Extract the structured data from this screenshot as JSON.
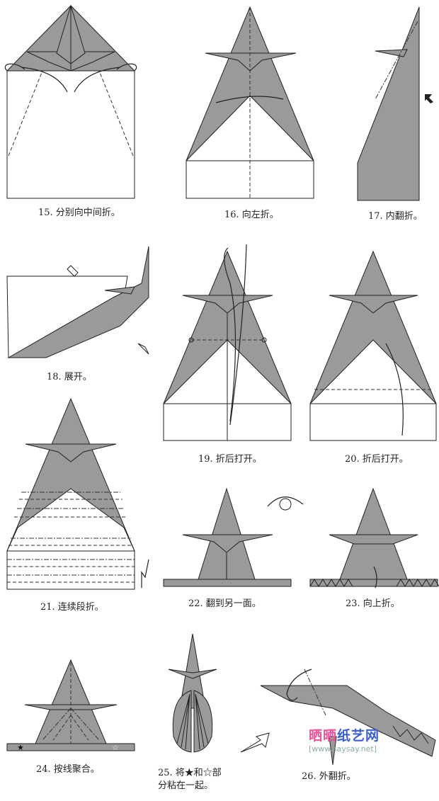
{
  "steps": [
    {
      "number": "15",
      "caption": "15. 分别向中间折。"
    },
    {
      "number": "16",
      "caption": "16. 向左折。"
    },
    {
      "number": "17",
      "caption": "17. 内翻折。"
    },
    {
      "number": "18",
      "caption": "18. 展开。"
    },
    {
      "number": "19",
      "caption": "19. 折后打开。"
    },
    {
      "number": "20",
      "caption": "20. 折后打开。"
    },
    {
      "number": "21",
      "caption": "21. 连续段折。"
    },
    {
      "number": "22",
      "caption": "22. 翻到另一面。"
    },
    {
      "number": "23",
      "caption": "23. 向上折。"
    },
    {
      "number": "24",
      "caption": "24. 按线聚合。"
    },
    {
      "number": "25",
      "caption_line1": "25. 将★和☆部",
      "caption_line2": "分粘在一起。"
    },
    {
      "number": "26",
      "caption": "26. 外翻折。"
    }
  ],
  "watermark": {
    "site_name": "晒晒纸艺网",
    "url": "[www.saysay.net]"
  },
  "colors": {
    "paper_gray": "#9a9a9a",
    "watermark_pink": "#f0509a",
    "watermark_blue": "#3a5fd0"
  }
}
